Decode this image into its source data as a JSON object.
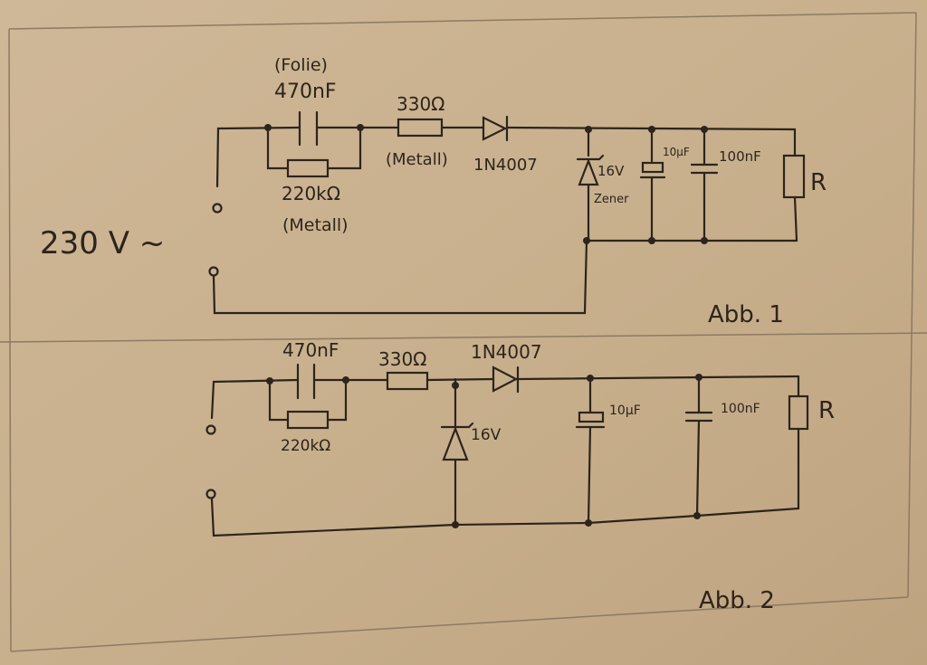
{
  "figures": [
    {
      "caption": "Abb. 1",
      "source": "230 V ~",
      "film_cap_note": "(Folie)",
      "series_cap": "470nF",
      "parallel_res": "220kΩ",
      "parallel_res_note": "(Metall)",
      "series_res": "330Ω",
      "series_res_note": "(Metall)",
      "diode": "1N4007",
      "zener": "16V",
      "zener_note": "Zener",
      "cap_electrolytic": "10μF",
      "cap_film": "100nF",
      "load": "R"
    },
    {
      "caption": "Abb. 2",
      "series_cap": "470nF",
      "parallel_res": "220kΩ",
      "series_res": "330Ω",
      "diode": "1N4007",
      "zener": "16V",
      "cap_electrolytic": "10μF",
      "cap_film": "100nF",
      "load": "R"
    }
  ],
  "colors": {
    "paper": "#cbb493",
    "ink": "#2d241b",
    "frame": "#8d7a62"
  }
}
